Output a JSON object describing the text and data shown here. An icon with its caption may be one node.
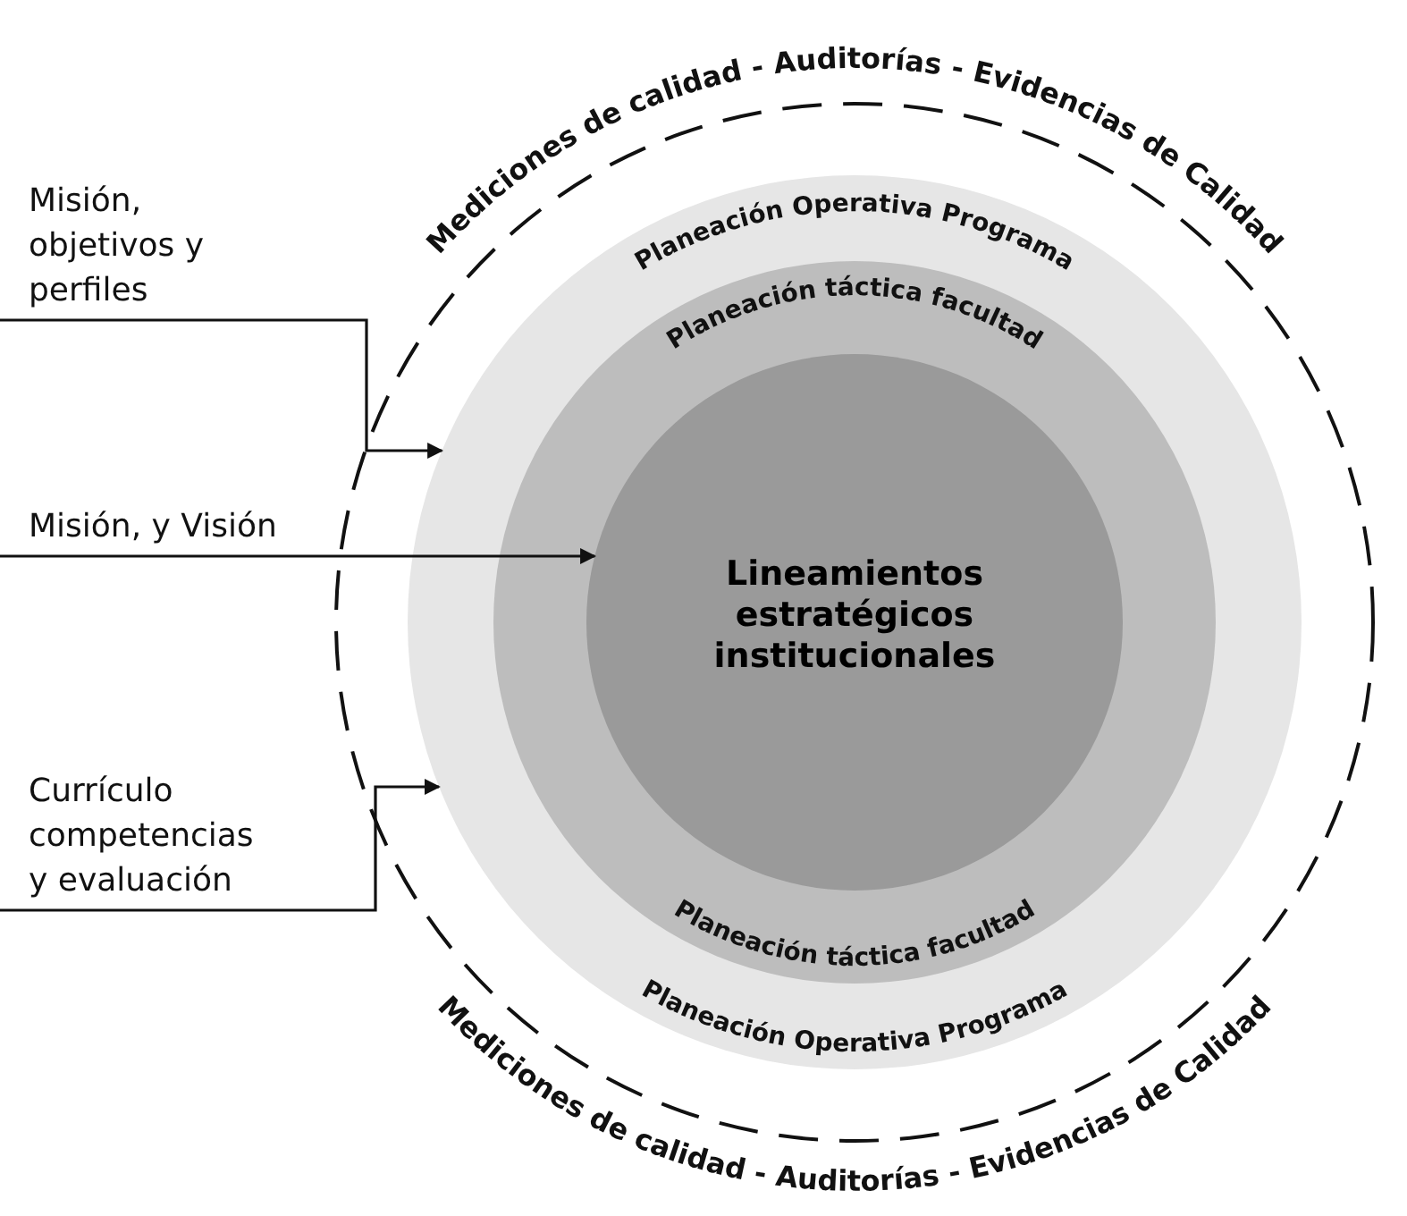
{
  "diagram": {
    "nodes": [
      {
        "text": [
          "Mediciones de calidad - Auditorías - Evidencias de Calidad",
          "Mediciones de calidad - Auditorías - Evidencias de Calidad"
        ]
      },
      {
        "text": [
          "Planeación Operativa Programa",
          "Planeación Operativa Programa"
        ],
        "in": 0
      },
      {
        "text": [
          "Planeación táctica facultad",
          "Planeación táctica facultad"
        ],
        "in": 1
      },
      {
        "text": [
          "Lineamientos estratégicos institucionales"
        ],
        "in": 2
      },
      {
        "text": [
          "Misión, objetivos y perfiles"
        ]
      },
      {
        "text": [
          "Misión, y Visión"
        ]
      },
      {
        "text": [
          "Currículo competencias y evaluación"
        ]
      }
    ],
    "edges": [
      {
        "from": 4,
        "to": 1,
        "arrow": "to"
      },
      {
        "from": 5,
        "to": 3,
        "arrow": "to"
      },
      {
        "from": 6,
        "to": 1,
        "arrow": "to"
      }
    ]
  }
}
